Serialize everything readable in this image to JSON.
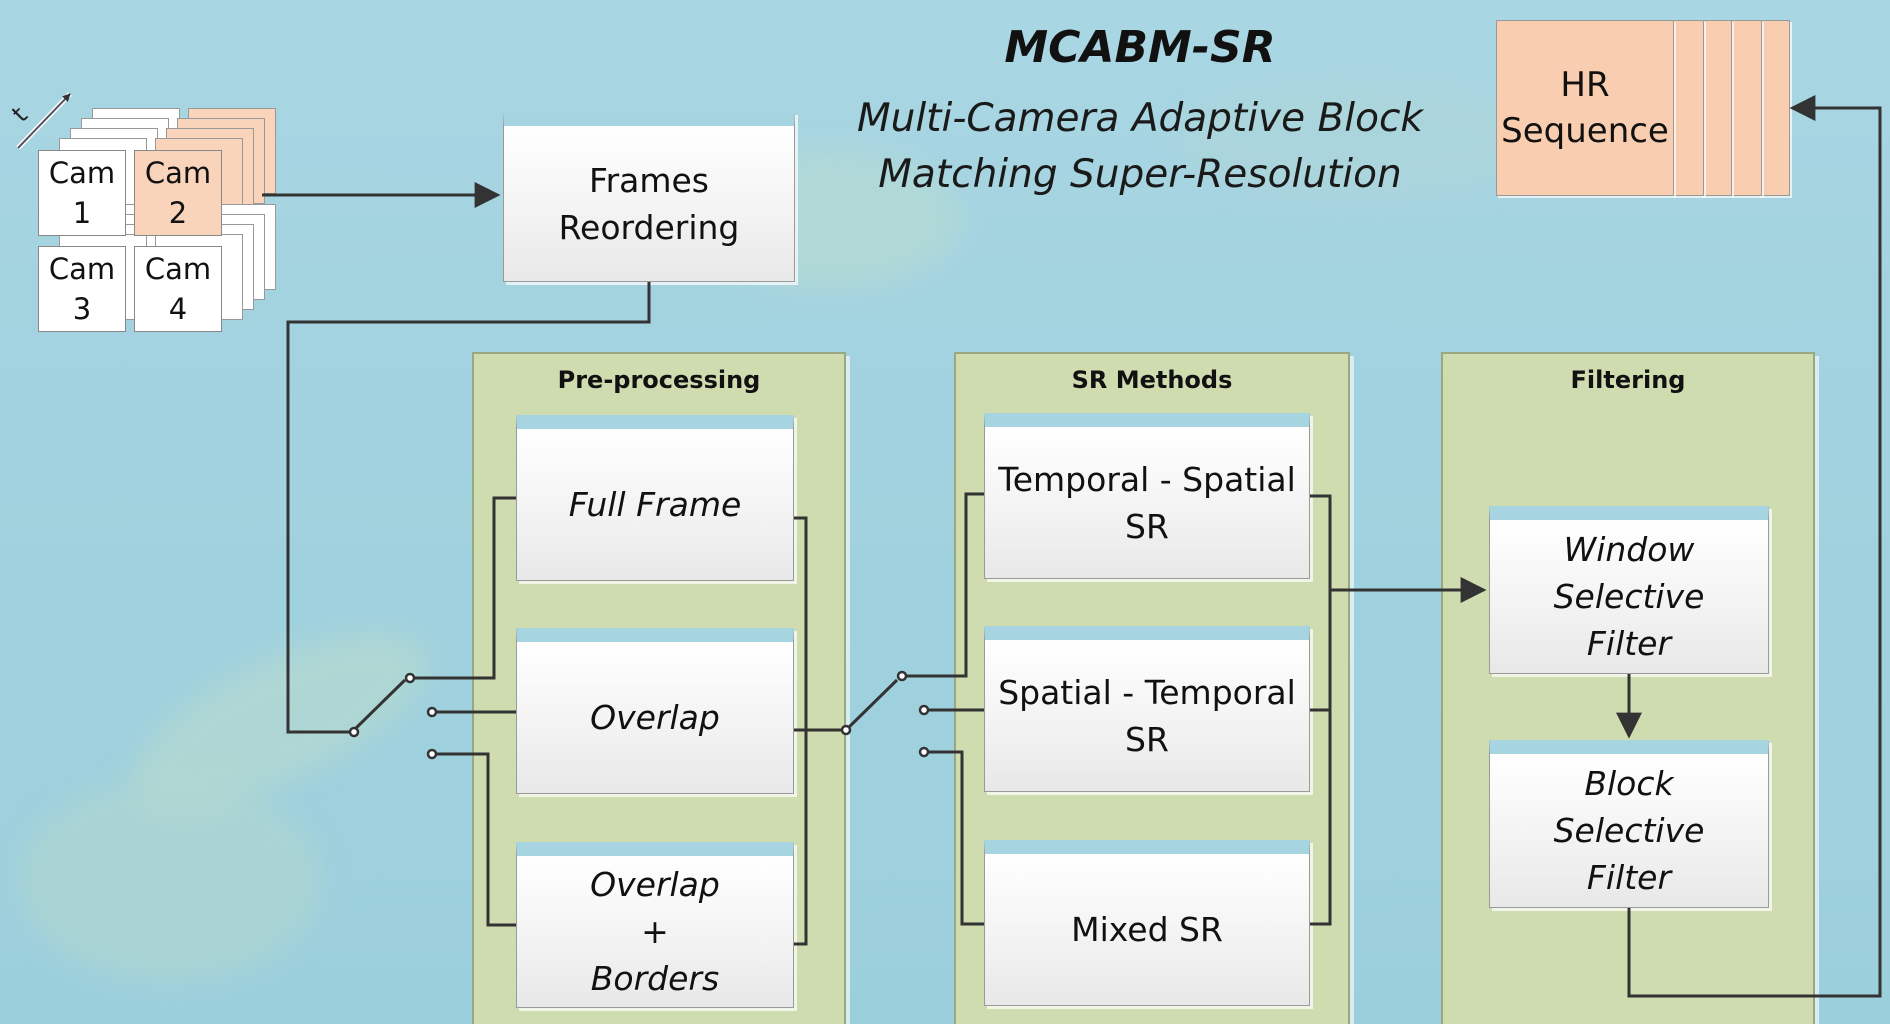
{
  "title": "MCABM-SR",
  "subtitle_line1": "Multi-Camera Adaptive Block",
  "subtitle_line2": "Matching Super-Resolution",
  "time_axis_label": "t",
  "cameras": [
    {
      "label": "Cam\n1"
    },
    {
      "label": "Cam\n2"
    },
    {
      "label": "Cam\n3"
    },
    {
      "label": "Cam\n4"
    }
  ],
  "frames_reordering": "Frames\nReordering",
  "hr_sequence": "HR\nSequence",
  "panels": {
    "preprocessing": {
      "title": "Pre-processing",
      "items": [
        "Full Frame",
        "Overlap",
        "Overlap\n+\nBorders"
      ]
    },
    "sr_methods": {
      "title": "SR Methods",
      "items": [
        "Temporal - Spatial\nSR",
        "Spatial - Temporal\nSR",
        "Mixed SR"
      ]
    },
    "filtering": {
      "title": "Filtering",
      "items": [
        "Window\nSelective\nFilter",
        "Block\nSelective\nFilter"
      ]
    }
  },
  "colors": {
    "background": "#a2d2df",
    "panel": "#cfdcaf",
    "box_header": "#a6d4e0",
    "accent_peach": "#f8cdb0",
    "wire": "#333333"
  }
}
